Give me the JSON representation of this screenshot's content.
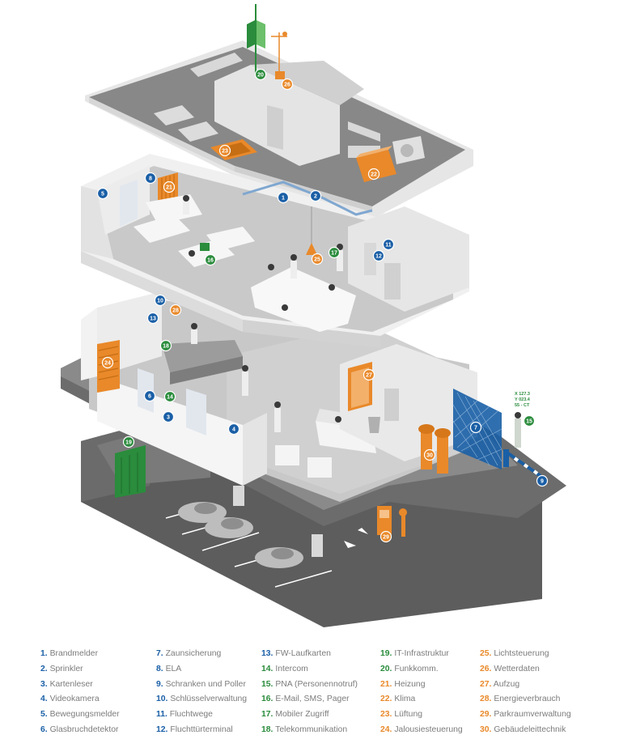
{
  "colors": {
    "blue": "#1a5fa6",
    "green": "#2a8c3c",
    "orange": "#e9892a",
    "legend_text": "#7c7c7c"
  },
  "coordinate_readout": [
    "X 127.3",
    "Y 023.4",
    "55 - CT"
  ],
  "markers": [
    {
      "number": "1",
      "color": "blue"
    },
    {
      "number": "2",
      "color": "blue"
    },
    {
      "number": "3",
      "color": "blue"
    },
    {
      "number": "4",
      "color": "blue"
    },
    {
      "number": "5",
      "color": "blue"
    },
    {
      "number": "6",
      "color": "blue"
    },
    {
      "number": "7",
      "color": "blue"
    },
    {
      "number": "8",
      "color": "blue"
    },
    {
      "number": "9",
      "color": "blue"
    },
    {
      "number": "10",
      "color": "blue"
    },
    {
      "number": "11",
      "color": "blue"
    },
    {
      "number": "12",
      "color": "blue"
    },
    {
      "number": "13",
      "color": "blue"
    },
    {
      "number": "14",
      "color": "green"
    },
    {
      "number": "15",
      "color": "green"
    },
    {
      "number": "16",
      "color": "green"
    },
    {
      "number": "17",
      "color": "green"
    },
    {
      "number": "18",
      "color": "green"
    },
    {
      "number": "19",
      "color": "green"
    },
    {
      "number": "20",
      "color": "green"
    },
    {
      "number": "21",
      "color": "orange"
    },
    {
      "number": "22",
      "color": "orange"
    },
    {
      "number": "23",
      "color": "orange"
    },
    {
      "number": "24",
      "color": "orange"
    },
    {
      "number": "25",
      "color": "orange"
    },
    {
      "number": "26",
      "color": "orange"
    },
    {
      "number": "27",
      "color": "orange"
    },
    {
      "number": "28",
      "color": "orange"
    },
    {
      "number": "29",
      "color": "orange"
    },
    {
      "number": "30",
      "color": "orange"
    }
  ],
  "legend": {
    "columns": [
      [
        {
          "num": "1.",
          "label": "Brandmelder",
          "color": "blue"
        },
        {
          "num": "2.",
          "label": "Sprinkler",
          "color": "blue"
        },
        {
          "num": "3.",
          "label": "Kartenleser",
          "color": "blue"
        },
        {
          "num": "4.",
          "label": "Videokamera",
          "color": "blue"
        },
        {
          "num": "5.",
          "label": "Bewegungsmelder",
          "color": "blue"
        },
        {
          "num": "6.",
          "label": "Glasbruchdetektor",
          "color": "blue"
        }
      ],
      [
        {
          "num": "7.",
          "label": "Zaunsicherung",
          "color": "blue"
        },
        {
          "num": "8.",
          "label": "ELA",
          "color": "blue"
        },
        {
          "num": "9.",
          "label": "Schranken und Poller",
          "color": "blue"
        },
        {
          "num": "10.",
          "label": "Schlüsselverwaltung",
          "color": "blue"
        },
        {
          "num": "11.",
          "label": "Fluchtwege",
          "color": "blue"
        },
        {
          "num": "12.",
          "label": "Fluchttürterminal",
          "color": "blue"
        }
      ],
      [
        {
          "num": "13.",
          "label": "FW-Laufkarten",
          "color": "blue"
        },
        {
          "num": "14.",
          "label": "Intercom",
          "color": "green"
        },
        {
          "num": "15.",
          "label": "PNA (Personennotruf)",
          "color": "green"
        },
        {
          "num": "16.",
          "label": "E-Mail, SMS, Pager",
          "color": "green"
        },
        {
          "num": "17.",
          "label": "Mobiler Zugriff",
          "color": "green"
        },
        {
          "num": "18.",
          "label": "Telekommunikation",
          "color": "green"
        }
      ],
      [
        {
          "num": "19.",
          "label": "IT-Infrastruktur",
          "color": "green"
        },
        {
          "num": "20.",
          "label": "Funkkomm.",
          "color": "green"
        },
        {
          "num": "21.",
          "label": "Heizung",
          "color": "orange"
        },
        {
          "num": "22.",
          "label": "Klima",
          "color": "orange"
        },
        {
          "num": "23.",
          "label": "Lüftung",
          "color": "orange"
        },
        {
          "num": "24.",
          "label": "Jalousiesteuerung",
          "color": "orange"
        }
      ],
      [
        {
          "num": "25.",
          "label": "Lichtsteuerung",
          "color": "orange"
        },
        {
          "num": "26.",
          "label": "Wetterdaten",
          "color": "orange"
        },
        {
          "num": "27.",
          "label": "Aufzug",
          "color": "orange"
        },
        {
          "num": "28.",
          "label": "Energieverbrauch",
          "color": "orange"
        },
        {
          "num": "29.",
          "label": "Parkraumverwaltung",
          "color": "orange"
        },
        {
          "num": "30.",
          "label": "Gebäudeleittechnik",
          "color": "orange"
        }
      ]
    ]
  }
}
